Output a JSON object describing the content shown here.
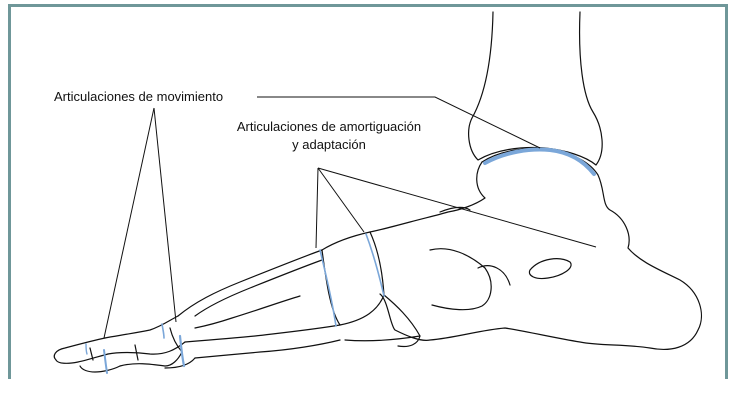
{
  "labels": {
    "movement_joints": "Articulaciones de movimiento",
    "cushion_joints_line1": "Articulaciones de amortiguación",
    "cushion_joints_line2": "y adaptación"
  },
  "colors": {
    "frame": "#6f9799",
    "outline": "#111111",
    "joint_highlight": "#7ba7d9"
  }
}
